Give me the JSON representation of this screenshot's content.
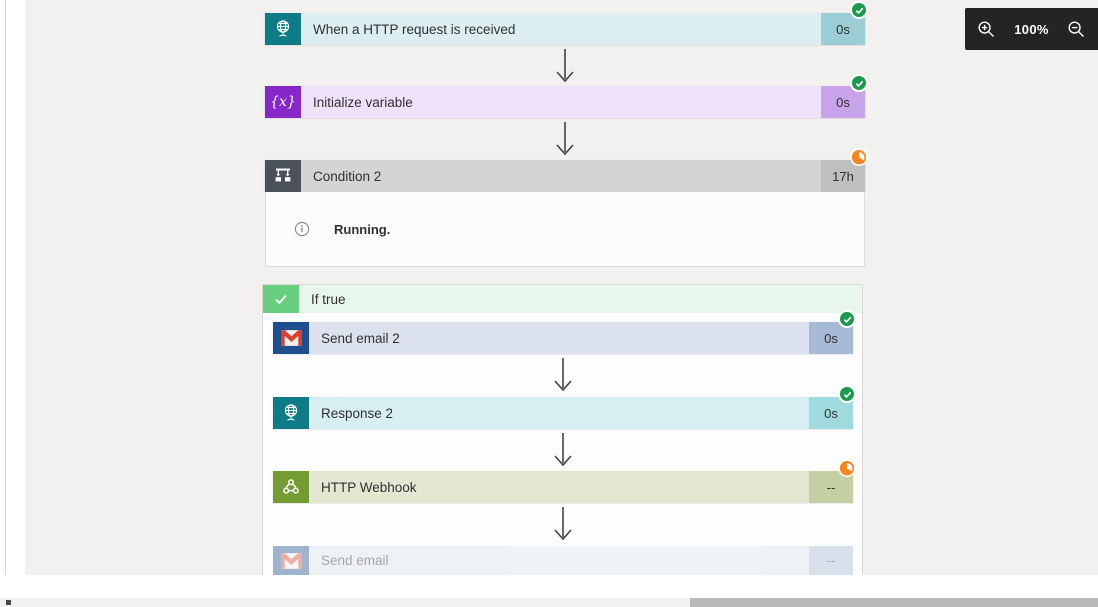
{
  "zoom_toolbar": {
    "zoom_level": "100%",
    "zoom_in_icon": "magnifier-plus-icon",
    "zoom_out_icon": "magnifier-minus-icon",
    "bg_color": "#252423"
  },
  "flow": {
    "trigger": {
      "title": "When a HTTP request is received",
      "duration": "0s",
      "status": "succeeded",
      "icon": "http-globe-icon",
      "accent": "#0d7c87"
    },
    "initialize_variable": {
      "title": "Initialize variable",
      "duration": "0s",
      "status": "succeeded",
      "icon": "variable-braces-icon",
      "accent": "#8527c9",
      "icon_glyph": "{x}"
    },
    "condition": {
      "title": "Condition 2",
      "duration": "17h",
      "status": "running",
      "message": "Running.",
      "icon": "condition-branch-icon",
      "accent": "#4a515b"
    },
    "if_true_branch": {
      "label": "If true",
      "icon": "check-icon",
      "accent": "#68cf7e"
    },
    "send_email_2": {
      "title": "Send email 2",
      "duration": "0s",
      "status": "succeeded",
      "icon": "gmail-icon",
      "accent": "#1e4e8c"
    },
    "response_2": {
      "title": "Response 2",
      "duration": "0s",
      "status": "succeeded",
      "icon": "http-globe-icon",
      "accent": "#0d7c87"
    },
    "http_webhook": {
      "title": "HTTP Webhook",
      "duration": "--",
      "status": "running",
      "icon": "webhook-icon",
      "accent": "#739c33"
    },
    "send_email": {
      "title": "Send email",
      "duration": "--",
      "status": "pending",
      "icon": "gmail-icon",
      "accent": "#1e4e8c"
    }
  },
  "status_colors": {
    "succeeded": "#1b9a4d",
    "running": "#f6871f"
  },
  "canvas_color": "#f2f1f0"
}
